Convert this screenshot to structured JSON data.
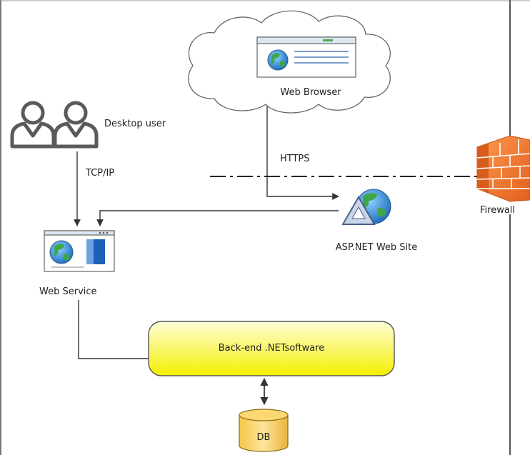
{
  "labels": {
    "web_browser": "Web Browser",
    "desktop_user": "Desktop user",
    "https": "HTTPS",
    "tcp_ip": "TCP/IP",
    "firewall": "Firewall",
    "asp_site": "ASP.NET Web Site",
    "web_service": "Web Service",
    "backend": "Back-end .NETsoftware",
    "db": "DB"
  },
  "colors": {
    "backend_fill_top": "#ffffcc",
    "backend_fill_bottom": "#f2ee00",
    "db_fill": "#f5c440",
    "firewall_brick": "#f07a30",
    "line": "#333333"
  },
  "icons": {
    "browser": "browser-window-globe-icon",
    "user": "two-users-icon",
    "asp": "globe-triangle-icon",
    "service": "service-window-globe-icon",
    "firewall": "brick-wall-icon",
    "db": "database-cylinder-icon"
  }
}
